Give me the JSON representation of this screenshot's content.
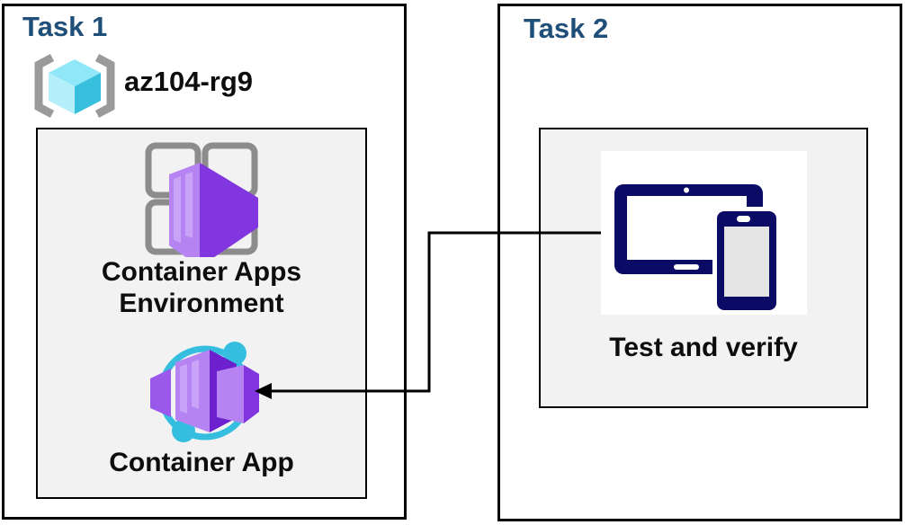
{
  "colors": {
    "task-title": "#1F4E79",
    "label-text": "#0D0D0D",
    "panel-border": "#000000",
    "node-bg": "#F2F2F2",
    "connector": "#000000",
    "purple-light": "#B583F2",
    "purple-mid": "#9B59EC",
    "purple-dark": "#6D21CE",
    "purple-face": "#8236DF",
    "purple-stripe": "#CBA6F7",
    "cyan-ring": "#35BEE0",
    "cube-top": "#8FE7F7",
    "cube-left": "#B5F0FA",
    "cube-right": "#38BFDD",
    "bracket-gray": "#9A9A9A",
    "square-gray": "#8C8C8C",
    "device-navy": "#0B0B66",
    "phone-screen": "#E4E4E4",
    "icon-bg": "#FFFFFF"
  },
  "task1": {
    "title": "Task 1",
    "resource_group": {
      "name": "az104-rg9",
      "icon": "resource-group-icon"
    },
    "nodes": [
      {
        "label": "Container Apps Environment",
        "icon": "container-apps-environment-icon"
      },
      {
        "label": "Container App",
        "icon": "container-app-icon"
      }
    ]
  },
  "task2": {
    "title": "Task 2",
    "nodes": [
      {
        "label": "Test and verify",
        "icon": "devices-icon"
      }
    ]
  },
  "connector": {
    "from": "test-and-verify",
    "to": "container-app",
    "type": "elbow-arrow"
  }
}
